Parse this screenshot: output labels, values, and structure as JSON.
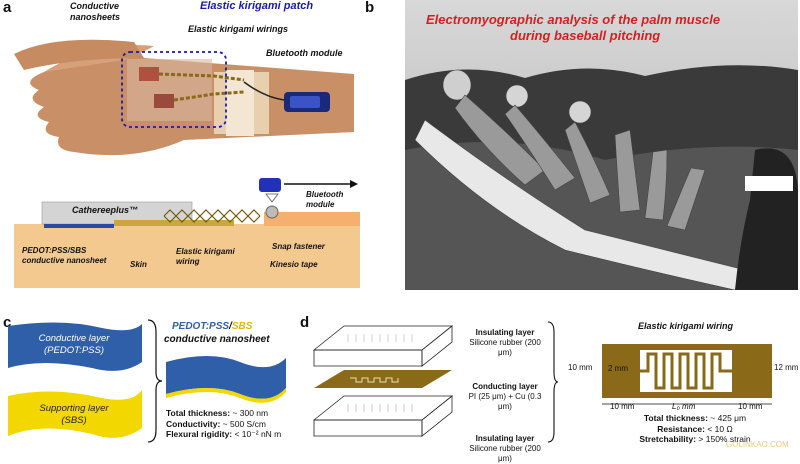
{
  "panel_a": {
    "label": "a",
    "callouts": {
      "conductive_nanosheets": "Conductive\nnanosheets",
      "patch": "Elastic kirigami patch",
      "wirings": "Elastic kirigami wirings",
      "bluetooth": "Bluetooth module"
    },
    "schematic": {
      "cathereeplus": "Cathereeplus™",
      "bluetooth_module": "Bluetooth\nmodule",
      "pedot_nanosheet": "PEDOT:PSS/SBS\nconductive nanosheet",
      "skin": "Skin",
      "kirigami_wiring": "Elastic kirigami\nwiring",
      "snap_fastener": "Snap fastener",
      "kinesio_tape": "Kinesio tape"
    }
  },
  "panel_b": {
    "label": "b",
    "title_line1": "Electromyographic analysis of the palm muscle",
    "title_line2": "during baseball pitching"
  },
  "panel_c": {
    "label": "c",
    "conductive_layer": "Conductive layer\n(PEDOT:PSS)",
    "supporting_layer": "Supporting layer\n(SBS)",
    "heading_pedot": "PEDOT:PSS",
    "heading_slash": "/",
    "heading_sbs": "SBS",
    "heading_line2": "conductive nanosheet",
    "props": [
      {
        "name": "Total thickness:",
        "value": " ~ 300 nm"
      },
      {
        "name": "Conductivity:",
        "value": " ~ 500 S/cm"
      },
      {
        "name": "Flexural rigidity:",
        "value": " < 10⁻² nN m"
      }
    ]
  },
  "panel_d": {
    "label": "d",
    "layers": [
      {
        "name": "Insulating layer",
        "material": "Silicone rubber (200 μm)"
      },
      {
        "name": "Conducting layer",
        "material": "PI (25 μm) + Cu (0.3 μm)"
      },
      {
        "name": "Insulating layer",
        "material": "Silicone rubber (200 μm)"
      }
    ],
    "wiring_title": "Elastic kirigami wiring",
    "dims": {
      "left_height": "10 mm",
      "right_height": "12 mm",
      "inner": "2 mm",
      "left_len": "10 mm",
      "mid_len": "L₀ mm",
      "right_len": "10 mm"
    },
    "props": [
      {
        "name": "Total thickness:",
        "value": " ~ 425 μm"
      },
      {
        "name": "Resistance:",
        "value": " < 10 Ω"
      },
      {
        "name": "Stretchability:",
        "value": " > 150% strain"
      }
    ]
  },
  "watermark": "GOLINKAO.COM",
  "colors": {
    "patch_blue": "#1a1aa8",
    "title_red": "#d42020",
    "pedot_blue": "#2f5fa8",
    "sbs_yellow": "#e8c200",
    "copper": "#8a6a18",
    "skin_tone": "#f3c98f"
  }
}
